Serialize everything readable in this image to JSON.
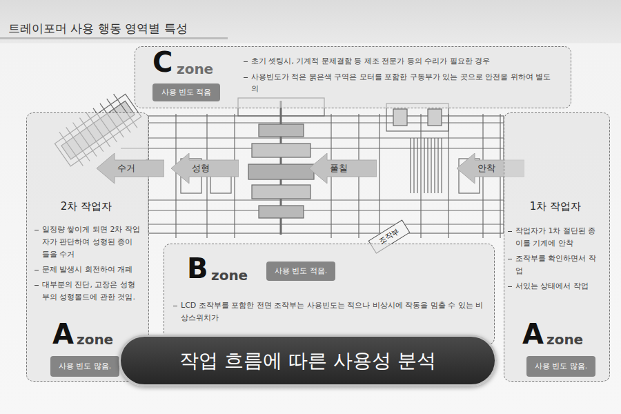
{
  "diagram": {
    "title": "트레이포머 사용 행동 영역별 특성",
    "nodes": [
      {
        "text": [
          "C",
          "zone",
          "초기 셋팅시, 기계적 문제결함 등 제조 전문가 등의 수리가 필요한 경우",
          "사용빈도가 적은 붉은색 구역은 모터를 포함한 구동부가 있는 곳으로 안전을 위하여 별도의"
        ]
      },
      {
        "text": [
          "사용 빈도 적음"
        ],
        "in": 0
      },
      {
        "text": [
          "2차 작업자",
          "일정량 쌓이게 되면 2차 작업자가 판단하여 성형된 종이들을 수거",
          "문제 발생시 회전하여 개폐",
          "대부분의 진단, 고장은 성형부의 성형몰드에 관한 것임.",
          "A",
          "zone"
        ]
      },
      {
        "text": [
          "사용 빈도 많음."
        ],
        "in": 2
      },
      {
        "text": [
          "수거"
        ]
      },
      {
        "text": [
          "성형"
        ]
      },
      {
        "text": [
          "풀칠"
        ]
      },
      {
        "text": [
          "안착"
        ]
      },
      {
        "text": [
          "1차 작업자",
          "작업자가 1차 절단된 종이를 기계에 안착",
          "조작부를 확인하면서 작업",
          "서있는 상태에서 작업",
          "A",
          "zone"
        ]
      },
      {
        "text": [
          "사용 빈도 많음."
        ],
        "in": 8
      },
      {
        "text": [
          "조작부"
        ]
      },
      {
        "text": [
          "B",
          "zone",
          "LCD 조작부를 포함한 전면 조작부는 사용빈도는 적으나 비상시에 작동을 멈출 수 있는 비상스위치가"
        ]
      },
      {
        "text": [
          "사용 빈도 적음."
        ],
        "in": 11
      },
      {
        "text": [
          "작업 흐름에 따른 사용성 분석"
        ]
      }
    ]
  }
}
